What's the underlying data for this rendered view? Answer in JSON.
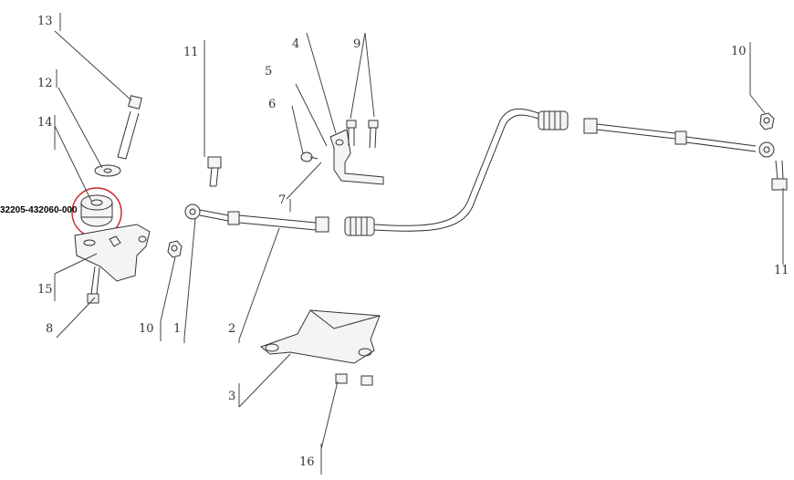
{
  "part_number": "32205-432060-000",
  "callouts": {
    "c1": "1",
    "c2": "2",
    "c3": "3",
    "c4": "4",
    "c5": "5",
    "c6": "6",
    "c7": "7",
    "c8": "8",
    "c9": "9",
    "c10a": "10",
    "c10b": "10",
    "c11a": "11",
    "c11b": "11",
    "c12": "12",
    "c13": "13",
    "c14": "14",
    "c15": "15",
    "c16": "16"
  },
  "colors": {
    "highlight": "#c8262a",
    "line": "#333333"
  }
}
